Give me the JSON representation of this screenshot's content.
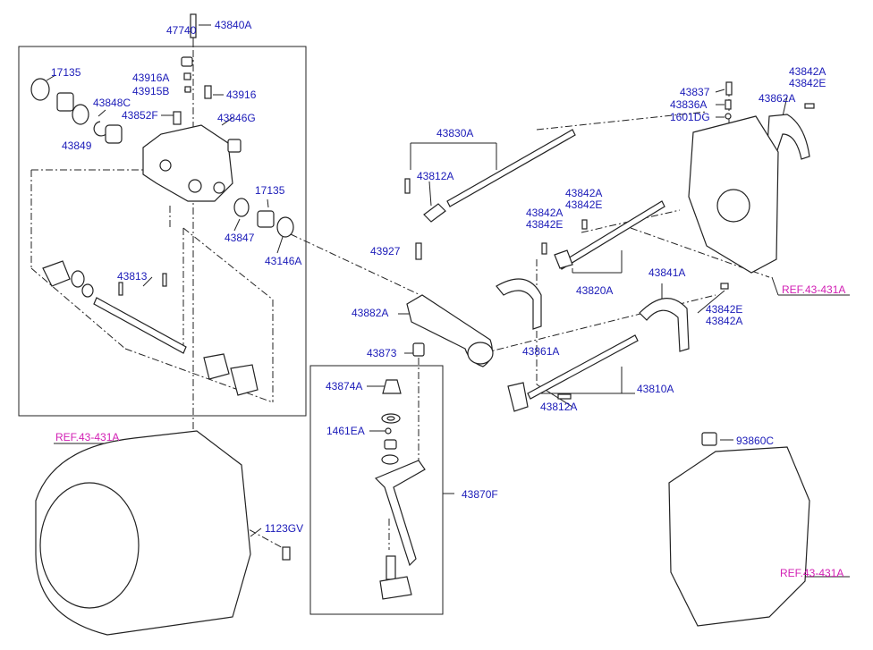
{
  "colors": {
    "part_label": "#1a1ab8",
    "ref_label": "#d21fb4",
    "line": "#222222"
  },
  "labels": {
    "p47740": "47740",
    "p43840A": "43840A",
    "p17135a": "17135",
    "p43916A": "43916A",
    "p43915B": "43915B",
    "p43916": "43916",
    "p43848C": "43848C",
    "p43852F": "43852F",
    "p43846G": "43846G",
    "p43849": "43849",
    "p17135b": "17135",
    "p43847": "43847",
    "p43146A": "43146A",
    "p43813": "43813",
    "p43830A": "43830A",
    "p43812A_top": "43812A",
    "p43927": "43927",
    "p43882A": "43882A",
    "p43873": "43873",
    "p43874A": "43874A",
    "p1461EA": "1461EA",
    "p43870F": "43870F",
    "p1123GV": "1123GV",
    "p43842A_mid": "43842A",
    "p43842E_mid": "43842E",
    "p43842A_mid2": "43842A",
    "p43842E_mid2": "43842E",
    "p43820A": "43820A",
    "p43861A": "43861A",
    "p43841A": "43841A",
    "p43842E_r": "43842E",
    "p43842A_r": "43842A",
    "p43810A": "43810A",
    "p43812A_bot": "43812A",
    "p43837": "43837",
    "p43836A": "43836A",
    "p1601DG": "1601DG",
    "p43842A_tr": "43842A",
    "p43842E_tr": "43842E",
    "p43862A": "43862A",
    "p93860C": "93860C",
    "ref1": "REF.43-431A",
    "ref2": "REF.43-431A",
    "ref3": "REF.43-431A"
  }
}
